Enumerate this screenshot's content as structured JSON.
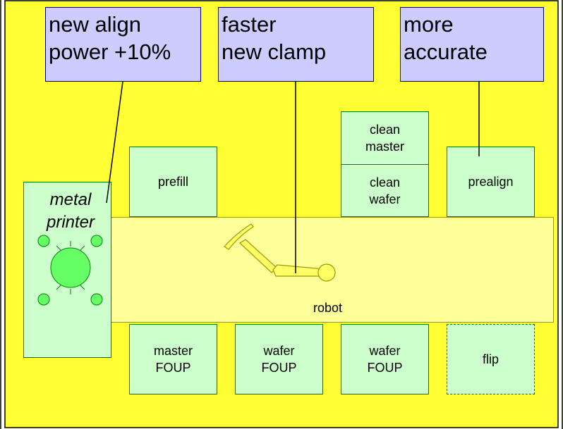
{
  "colors": {
    "background": "#ffff33",
    "callout_fill": "#ccccff",
    "callout_border": "#00007a",
    "station_fill": "#ccffcc",
    "station_border": "#008000",
    "robot_fill": "#ffff99",
    "robot_border": "#999900",
    "knob_fill": "#66ff66"
  },
  "callouts": {
    "align": "new align\npower +10%",
    "clamp": "faster\nnew clamp",
    "accurate": "more\naccurate"
  },
  "metal_printer": {
    "label": "metal\nprinter"
  },
  "stations": {
    "prefill": "prefill",
    "clean_master": "clean\nmaster",
    "clean_wafer": "clean\nwafer",
    "prealign": "prealign",
    "master_foup": "master\nFOUP",
    "wafer_foup_1": "wafer\nFOUP",
    "wafer_foup_2": "wafer\nFOUP",
    "flip": "flip"
  },
  "robot": {
    "label": "robot"
  }
}
